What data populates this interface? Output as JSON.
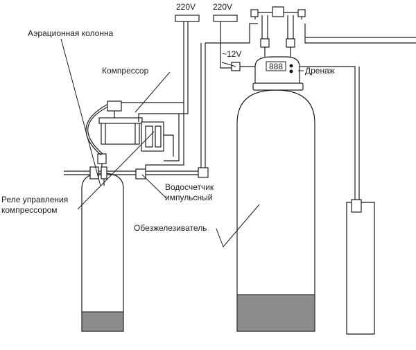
{
  "labels": {
    "aeration_column": "Аэрационная колонна",
    "compressor": "Компрессор",
    "voltage_left": "220V",
    "voltage_right": "220V",
    "low_voltage": "~12V",
    "drain": "Дренаж",
    "meter_line1": "Водосчетчик",
    "meter_line2": "импульсный",
    "relay_line1": "Реле управления",
    "relay_line2": "компрессором",
    "iron_remover": "Обезжелезиватель"
  },
  "controller_display": "888",
  "colors": {
    "line": "#1a1a1a",
    "base_fill": "#8c8c8c",
    "background": "#ffffff"
  }
}
